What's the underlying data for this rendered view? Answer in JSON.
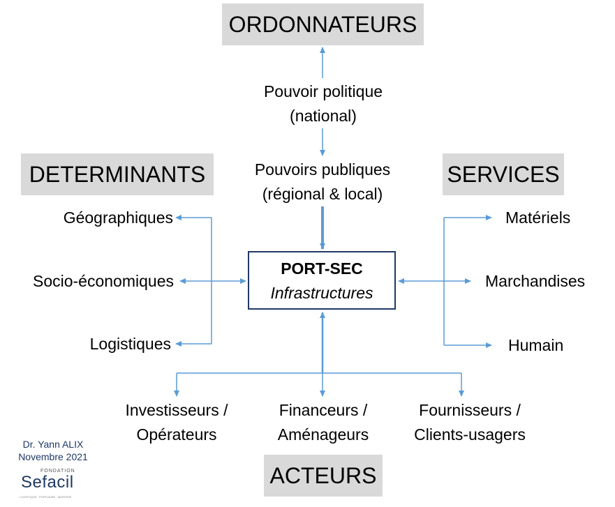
{
  "boxes": {
    "ordonnateurs": "ORDONNATEURS",
    "determinants": "DETERMINANTS",
    "services": "SERVICES",
    "acteurs": "ACTEURS"
  },
  "center": {
    "title": "PORT-SEC",
    "subtitle": "Infrastructures"
  },
  "top": {
    "pouvoir_politique": [
      "Pouvoir politique",
      "(national)"
    ],
    "pouvoirs_publiques": [
      "Pouvoirs publiques",
      "(régional & local)"
    ]
  },
  "determinants_items": [
    "Géographiques",
    "Socio-économiques",
    "Logistiques"
  ],
  "services_items": [
    "Matériels",
    "Marchandises",
    "Humain"
  ],
  "acteurs_items": [
    [
      "Investisseurs /",
      "Opérateurs"
    ],
    [
      "Financeurs /",
      "Aménageurs"
    ],
    [
      "Fournisseurs /",
      "Clients-usagers"
    ]
  ],
  "credit": {
    "author": "Dr. Yann ALIX",
    "date": "Novembre 2021"
  },
  "logo": {
    "small_text": "FONDATION",
    "name": "Sefacil",
    "tagline": "LOGISTIQUE · PORTUAIRE · MARITIME"
  },
  "colors": {
    "arrow": "#5b9bd5",
    "box_fill": "#d9d9d9",
    "border": "#1f3864",
    "logo_red": "#c0392b"
  }
}
